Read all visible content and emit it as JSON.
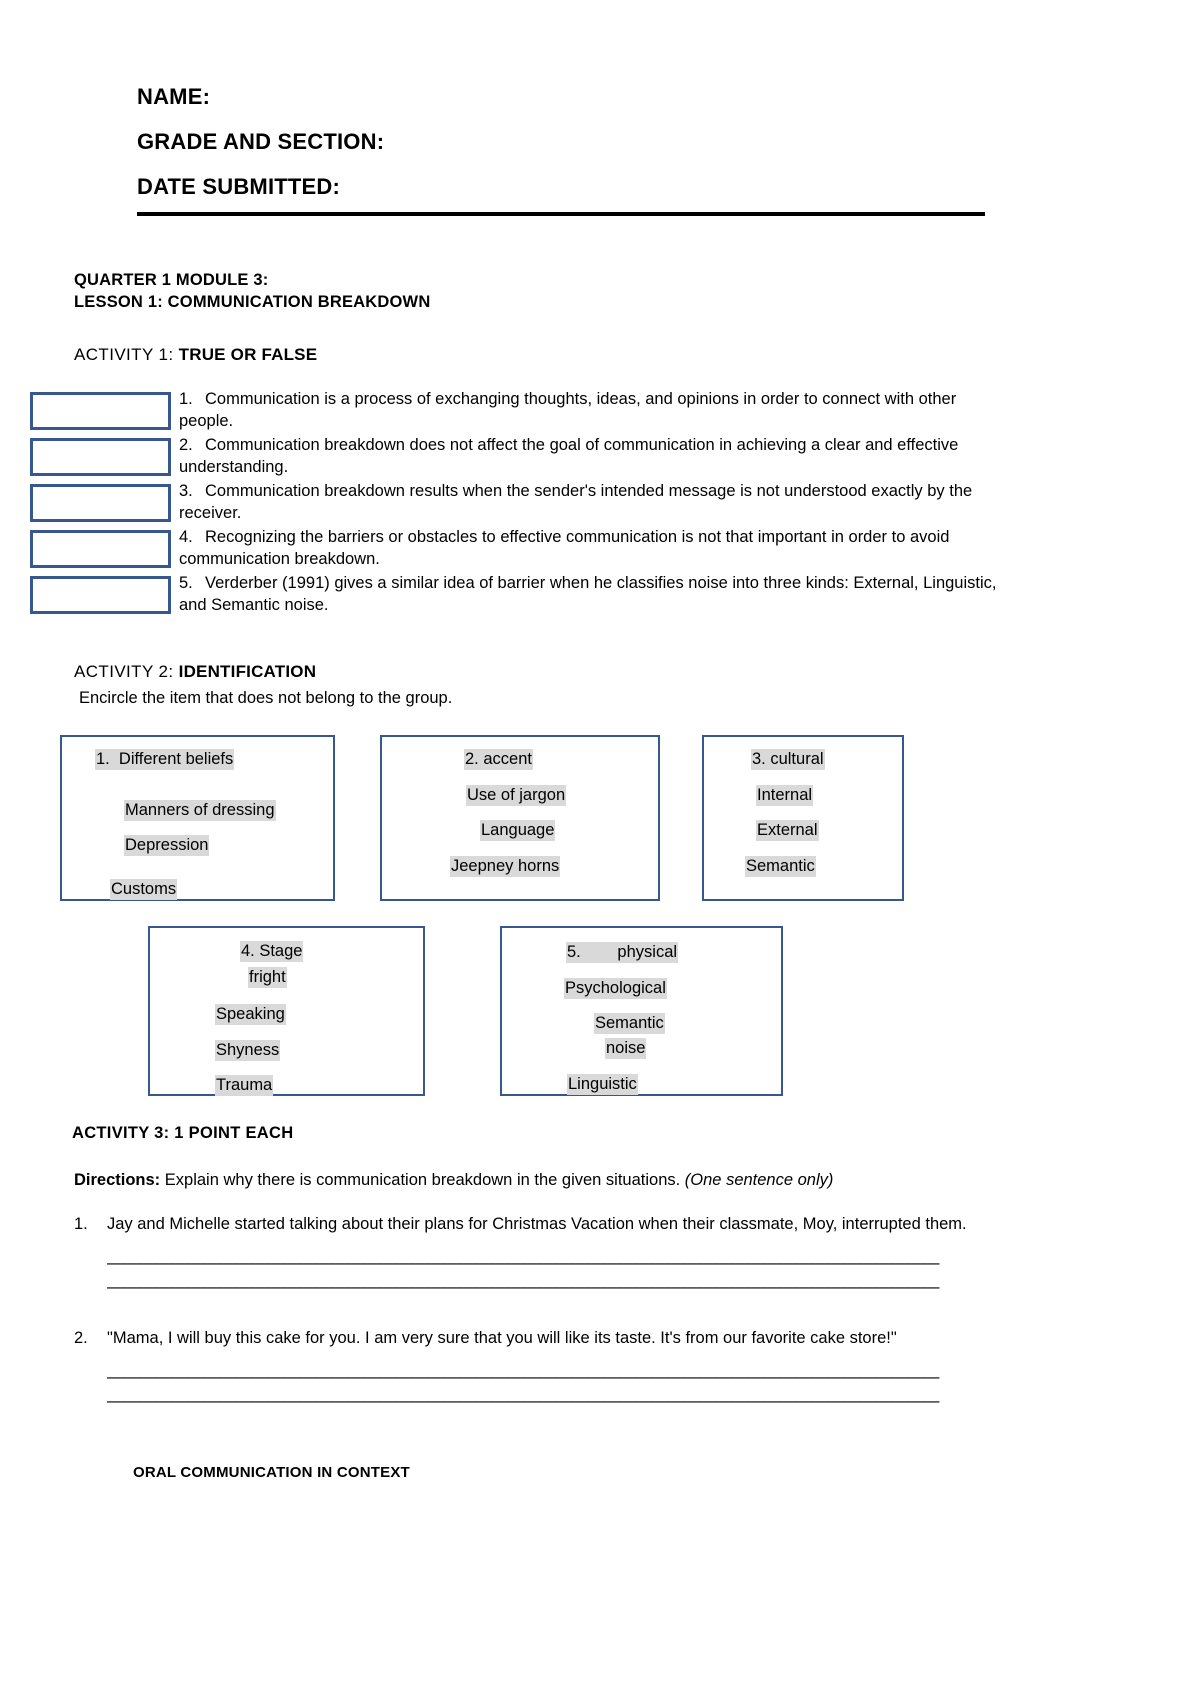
{
  "document": {
    "header_fields": [
      "NAME:",
      "GRADE AND SECTION:",
      "DATE SUBMITTED:"
    ],
    "module_title": "QUARTER 1 MODULE 3:",
    "lesson_title": "LESSON 1: COMMUNICATION BREAKDOWN",
    "footer": "ORAL COMMUNICATION IN CONTEXT"
  },
  "activity1": {
    "label": "ACTIVITY 1: ",
    "title": "TRUE OR FALSE",
    "items": [
      {
        "num": "1.",
        "text": "Communication is a process of exchanging thoughts, ideas, and opinions in order to connect with other people.",
        "answer": ""
      },
      {
        "num": "2.",
        "text": "Communication breakdown does not affect the goal of communication in achieving a clear and effective understanding.",
        "answer": ""
      },
      {
        "num": "3.",
        "text": "Communication breakdown results when the sender's intended message is not understood exactly by the receiver.",
        "answer": ""
      },
      {
        "num": "4.",
        "text": "Recognizing the barriers or obstacles to effective communication is not that important in order to avoid communication breakdown.",
        "answer": ""
      },
      {
        "num": "5.",
        "text": "Verderber (1991) gives a similar idea of barrier when he classifies noise into three kinds: External, Linguistic, and Semantic noise.",
        "answer": ""
      }
    ]
  },
  "activity2": {
    "label": "ACTIVITY 2: ",
    "title": "IDENTIFICATION",
    "instruction": "Encircle the item that does not belong to the group.",
    "groups": [
      {
        "id": "group-1",
        "items": [
          "1.  Different beliefs",
          "Manners of dressing",
          "Depression",
          "Customs"
        ]
      },
      {
        "id": "group-2",
        "items": [
          "2. accent",
          "Use of jargon",
          "Language",
          "Jeepney horns"
        ]
      },
      {
        "id": "group-3",
        "items": [
          "3. cultural",
          "Internal",
          "External",
          "Semantic"
        ]
      },
      {
        "id": "group-4",
        "items": [
          "4. Stage",
          "fright",
          "Speaking",
          "Shyness",
          "Trauma"
        ]
      },
      {
        "id": "group-5",
        "items": [
          "5.        physical",
          "Psychological",
          "Semantic",
          "noise",
          "Linguistic"
        ]
      }
    ]
  },
  "activity3": {
    "heading": "ACTIVITY 3: 1 POINT EACH",
    "directions_label": "Directions:",
    "directions_text": " Explain why there is communication breakdown in the given situations. ",
    "directions_note": "(One sentence only)",
    "questions": [
      {
        "num": "1.",
        "text": "Jay and Michelle started talking about their plans for Christmas Vacation when their classmate, Moy, interrupted them.",
        "blank_line": "————————————————————————————————————————————————————"
      },
      {
        "num": "2.",
        "text": "\"Mama, I will buy this cake for you. I am very sure that you will like its taste. It's from our favorite cake store!\"",
        "blank_line": "————————————————————————————————————————————————————"
      }
    ]
  },
  "colors": {
    "box_border": "#36588f",
    "highlight": "#d9d9d9",
    "text": "#000000",
    "background": "#ffffff"
  }
}
